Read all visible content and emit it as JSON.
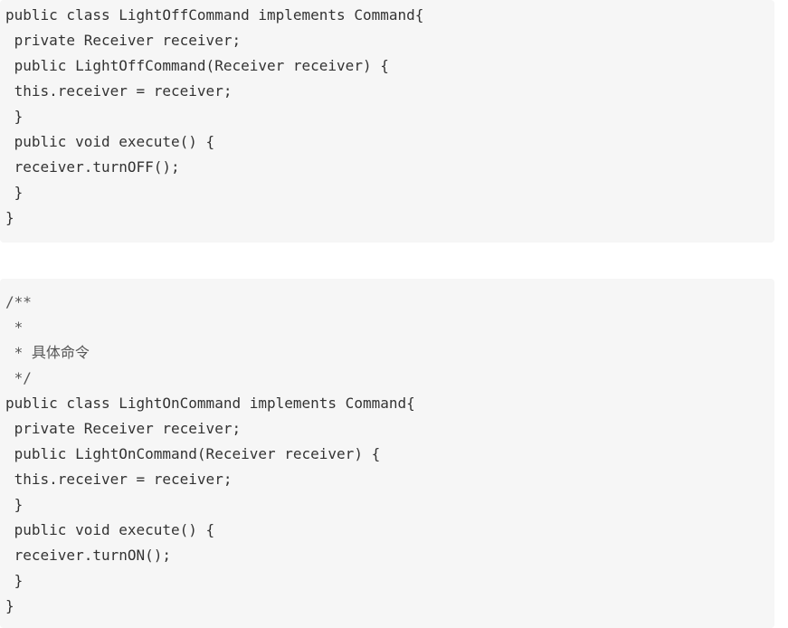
{
  "blocks": [
    {
      "lines": [
        {
          "text": "public class LightOffCommand implements Command{",
          "kind": "code"
        },
        {
          "text": " private Receiver receiver;",
          "kind": "code"
        },
        {
          "text": " public LightOffCommand(Receiver receiver) {",
          "kind": "code"
        },
        {
          "text": " this.receiver = receiver;",
          "kind": "code"
        },
        {
          "text": " }",
          "kind": "code"
        },
        {
          "text": " public void execute() {",
          "kind": "code"
        },
        {
          "text": " receiver.turnOFF();",
          "kind": "code"
        },
        {
          "text": " }",
          "kind": "code"
        },
        {
          "text": "}",
          "kind": "code"
        }
      ]
    },
    {
      "lines": [
        {
          "text": "/**",
          "kind": "comment"
        },
        {
          "text": " *",
          "kind": "comment"
        },
        {
          "text": " * 具体命令",
          "kind": "comment"
        },
        {
          "text": " */",
          "kind": "comment"
        },
        {
          "text": "public class LightOnCommand implements Command{",
          "kind": "code"
        },
        {
          "text": " private Receiver receiver;",
          "kind": "code"
        },
        {
          "text": " public LightOnCommand(Receiver receiver) {",
          "kind": "code"
        },
        {
          "text": " this.receiver = receiver;",
          "kind": "code"
        },
        {
          "text": " }",
          "kind": "code"
        },
        {
          "text": " public void execute() {",
          "kind": "code"
        },
        {
          "text": " receiver.turnON();",
          "kind": "code"
        },
        {
          "text": " }",
          "kind": "code"
        },
        {
          "text": "}",
          "kind": "code"
        }
      ]
    }
  ]
}
